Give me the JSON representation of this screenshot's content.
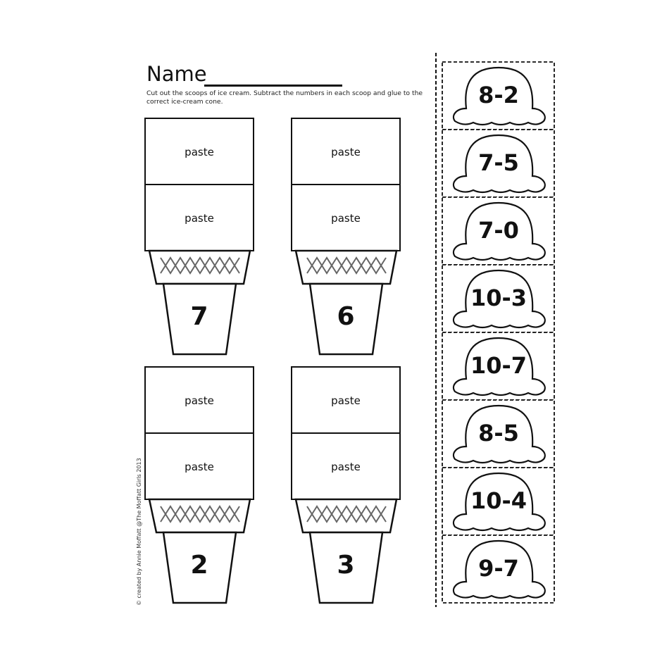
{
  "header": {
    "name_label": "Name",
    "instructions": "Cut out the scoops of ice cream.  Subtract the numbers in each scoop and glue to the correct ice-cream cone."
  },
  "cones": [
    {
      "top_label": "paste",
      "bottom_label": "paste",
      "number": "7"
    },
    {
      "top_label": "paste",
      "bottom_label": "paste",
      "number": "6"
    },
    {
      "top_label": "paste",
      "bottom_label": "paste",
      "number": "2"
    },
    {
      "top_label": "paste",
      "bottom_label": "paste",
      "number": "3"
    }
  ],
  "scoops": [
    "8-2",
    "7-5",
    "7-0",
    "10-3",
    "10-7",
    "8-5",
    "10-4",
    "9-7"
  ],
  "copyright": "© created by Annie Moffatt @The Moffatt Girls 2013"
}
